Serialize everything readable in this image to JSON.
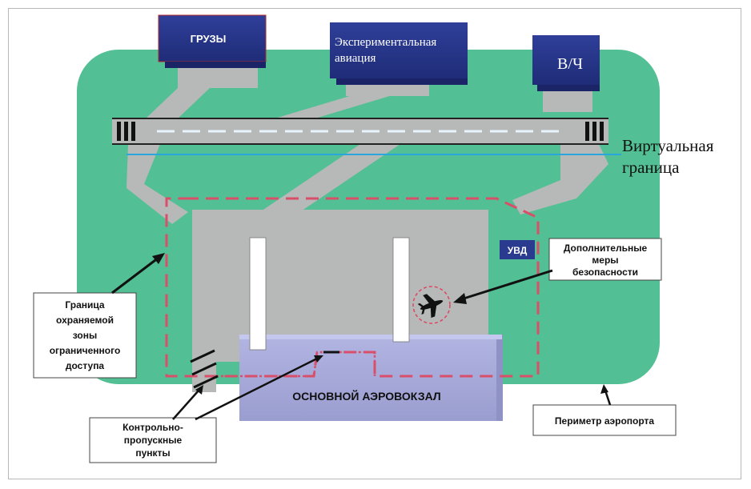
{
  "blocks": {
    "cargo": "ГРУЗЫ",
    "experimental": [
      "Экспериментальная",
      "авиация"
    ],
    "military": "В/Ч",
    "terminal": "ОСНОВНОЙ АЭРОВОКЗАЛ",
    "uvd": "УВД"
  },
  "virtual_border": [
    "Виртуальная",
    "граница"
  ],
  "callouts": {
    "restricted_zone": [
      "Граница",
      "охраняемой",
      "зоны",
      "ограниченного",
      "доступа"
    ],
    "extra_security": [
      "Дополнительные",
      "меры",
      "безопасности"
    ],
    "checkpoints": [
      "Контрольно-",
      "пропускные",
      "пункты"
    ],
    "perimeter": "Периметр аэропорта"
  },
  "colors": {
    "field": "#52bf94",
    "taxiway": "#b7b9b9",
    "building": "#2a3a8e",
    "terminal": "#a9acd9",
    "dash": "#d94f6a",
    "virtual_line": "#2aa6dc"
  },
  "icons": {
    "aircraft": "airplane-icon"
  }
}
